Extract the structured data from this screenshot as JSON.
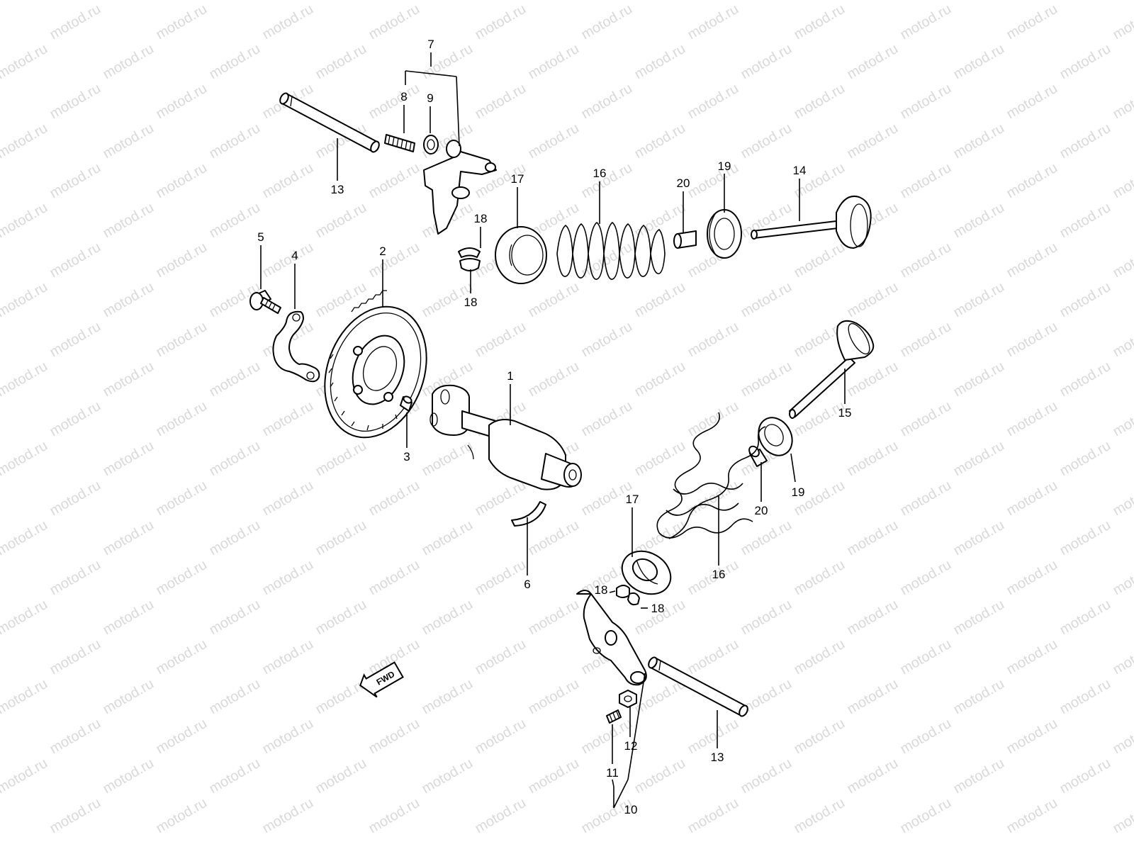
{
  "watermark": "motod.ru",
  "direction_badge": "FWD",
  "callouts": {
    "c1": "1",
    "c2": "2",
    "c3": "3",
    "c4": "4",
    "c5": "5",
    "c6": "6",
    "c7": "7",
    "c8": "8",
    "c9": "9",
    "c10": "10",
    "c11": "11",
    "c12": "12",
    "c13a": "13",
    "c13b": "13",
    "c14": "14",
    "c15": "15",
    "c16a": "16",
    "c16b": "16",
    "c17a": "17",
    "c17b": "17",
    "c18a": "18",
    "c18b": "18",
    "c18c": "18",
    "c18d": "18",
    "c19a": "19",
    "c19b": "19",
    "c20a": "20",
    "c20b": "20"
  },
  "colors": {
    "line": "#000000",
    "watermark": "#d9d9d9",
    "background": "#ffffff"
  }
}
